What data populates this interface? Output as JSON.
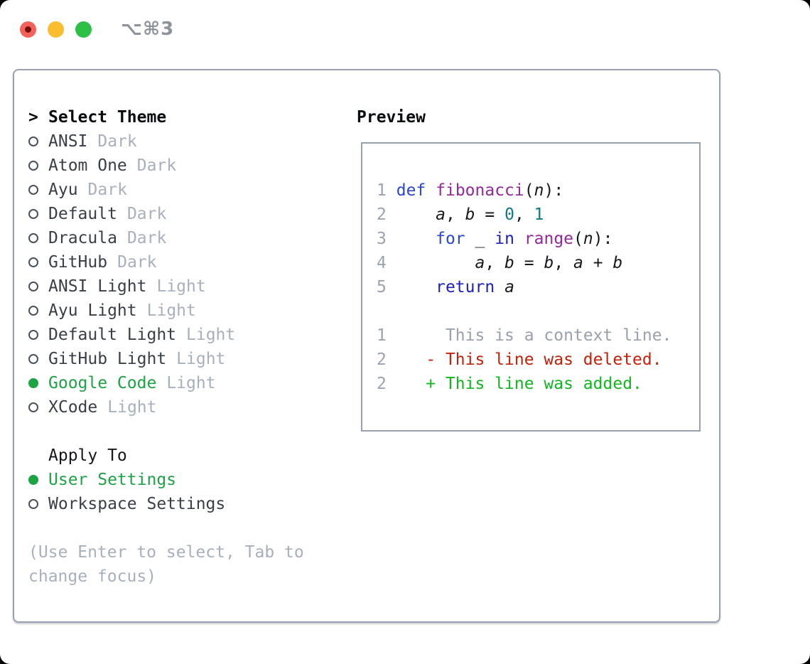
{
  "window": {
    "title": "⌥⌘3"
  },
  "colors": {
    "accent_green": "#1ca444",
    "keyword_blue": "#2b46d2",
    "keyword_navy": "#1e1ec0",
    "function_purple": "#95289b",
    "number_teal": "#0c7a80",
    "muted_gray": "#a7b0bc",
    "line_number_gray": "#9aa4b0",
    "context_gray": "#98a1ac",
    "deleted_red": "#c32109",
    "added_green": "#10b71e",
    "text_dark": "#393f47",
    "border_gray": "#98a2ae"
  },
  "theme_selector": {
    "marker": ">",
    "header": "Select Theme",
    "items": [
      {
        "name": "ANSI",
        "variant": "Dark",
        "selected": false
      },
      {
        "name": "Atom One",
        "variant": "Dark",
        "selected": false
      },
      {
        "name": "Ayu",
        "variant": "Dark",
        "selected": false
      },
      {
        "name": "Default",
        "variant": "Dark",
        "selected": false
      },
      {
        "name": "Dracula",
        "variant": "Dark",
        "selected": false
      },
      {
        "name": "GitHub",
        "variant": "Dark",
        "selected": false
      },
      {
        "name": "ANSI Light",
        "variant": "Light",
        "selected": false
      },
      {
        "name": "Ayu Light",
        "variant": "Light",
        "selected": false
      },
      {
        "name": "Default Light",
        "variant": "Light",
        "selected": false
      },
      {
        "name": "GitHub Light",
        "variant": "Light",
        "selected": false
      },
      {
        "name": "Google Code",
        "variant": "Light",
        "selected": true
      },
      {
        "name": "XCode",
        "variant": "Light",
        "selected": false
      }
    ]
  },
  "apply_to": {
    "header": "Apply To",
    "options": [
      {
        "name": "User Settings",
        "selected": true
      },
      {
        "name": "Workspace Settings",
        "selected": false
      }
    ]
  },
  "hint": "(Use Enter to select, Tab to change focus)",
  "preview": {
    "header": "Preview",
    "lines": [
      [
        {
          "text": "1",
          "style": "num"
        },
        {
          "text": " ",
          "style": "plain"
        },
        {
          "text": "def",
          "style": "kw"
        },
        {
          "text": " ",
          "style": "plain"
        },
        {
          "text": "fibonacci",
          "style": "fn"
        },
        {
          "text": "(",
          "style": "plain"
        },
        {
          "text": "n",
          "style": "var"
        },
        {
          "text": "):",
          "style": "plain"
        }
      ],
      [
        {
          "text": "2",
          "style": "num"
        },
        {
          "text": "     ",
          "style": "plain"
        },
        {
          "text": "a",
          "style": "var"
        },
        {
          "text": ", ",
          "style": "plain"
        },
        {
          "text": "b",
          "style": "var"
        },
        {
          "text": " = ",
          "style": "plain"
        },
        {
          "text": "0",
          "style": "lit"
        },
        {
          "text": ", ",
          "style": "plain"
        },
        {
          "text": "1",
          "style": "lit"
        }
      ],
      [
        {
          "text": "3",
          "style": "num"
        },
        {
          "text": "     ",
          "style": "plain"
        },
        {
          "text": "for",
          "style": "kw"
        },
        {
          "text": " ",
          "style": "plain"
        },
        {
          "text": "_",
          "style": "plain"
        },
        {
          "text": " ",
          "style": "plain"
        },
        {
          "text": "in",
          "style": "kw2"
        },
        {
          "text": " ",
          "style": "plain"
        },
        {
          "text": "range",
          "style": "fn"
        },
        {
          "text": "(",
          "style": "plain"
        },
        {
          "text": "n",
          "style": "var"
        },
        {
          "text": "):",
          "style": "plain"
        }
      ],
      [
        {
          "text": "4",
          "style": "num"
        },
        {
          "text": "         ",
          "style": "plain"
        },
        {
          "text": "a",
          "style": "var"
        },
        {
          "text": ", ",
          "style": "plain"
        },
        {
          "text": "b",
          "style": "var"
        },
        {
          "text": " = ",
          "style": "plain"
        },
        {
          "text": "b",
          "style": "var"
        },
        {
          "text": ", ",
          "style": "plain"
        },
        {
          "text": "a",
          "style": "var"
        },
        {
          "text": " + ",
          "style": "plain"
        },
        {
          "text": "b",
          "style": "var"
        }
      ],
      [
        {
          "text": "5",
          "style": "num"
        },
        {
          "text": "     ",
          "style": "plain"
        },
        {
          "text": "return",
          "style": "kw2"
        },
        {
          "text": " ",
          "style": "plain"
        },
        {
          "text": "a",
          "style": "var"
        }
      ],
      [],
      [
        {
          "text": "1",
          "style": "num"
        },
        {
          "text": "      ",
          "style": "plain"
        },
        {
          "text": "This is a context line.",
          "style": "ctx"
        }
      ],
      [
        {
          "text": "2",
          "style": "num"
        },
        {
          "text": "    ",
          "style": "plain"
        },
        {
          "text": "- This line was deleted.",
          "style": "del"
        }
      ],
      [
        {
          "text": "2",
          "style": "num"
        },
        {
          "text": "    ",
          "style": "plain"
        },
        {
          "text": "+ This line was added.",
          "style": "add"
        }
      ]
    ]
  }
}
